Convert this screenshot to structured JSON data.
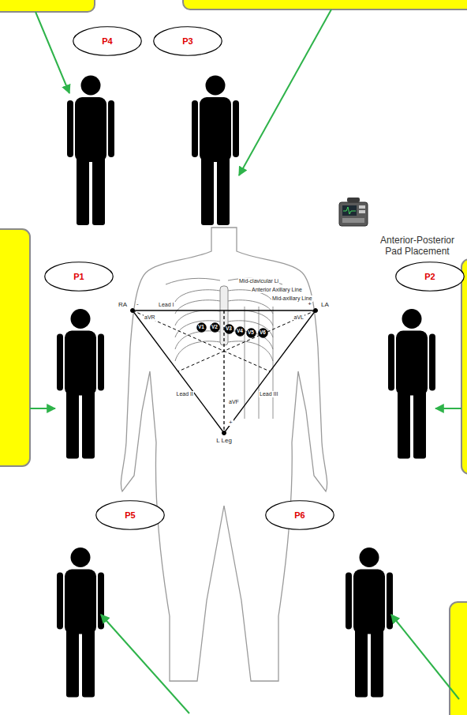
{
  "diagram": {
    "nodes": [
      {
        "text": [
          "P4"
        ]
      },
      {
        "text": [
          "P3"
        ]
      },
      {
        "text": [
          "P1"
        ]
      },
      {
        "text": [
          "P2"
        ]
      },
      {
        "text": [
          "V1"
        ]
      },
      {
        "text": [
          "V2"
        ]
      },
      {
        "text": [
          "V3"
        ]
      },
      {
        "text": [
          "V4"
        ]
      },
      {
        "text": [
          "V5"
        ]
      },
      {
        "text": [
          "V6"
        ]
      },
      {
        "text": [
          "P5"
        ]
      },
      {
        "text": [
          "P6"
        ]
      }
    ],
    "labels": [
      "Anterior-Posterior Pad Placement",
      "Mid-clavicular Li",
      "Anterior Axillary Line",
      "Mid-axillary Line",
      "RA",
      "LA",
      "-",
      "+",
      "Lead I",
      "aVR",
      "aVL",
      "Lead II",
      "Lead III",
      "aVF",
      "+",
      "L Leg"
    ]
  }
}
